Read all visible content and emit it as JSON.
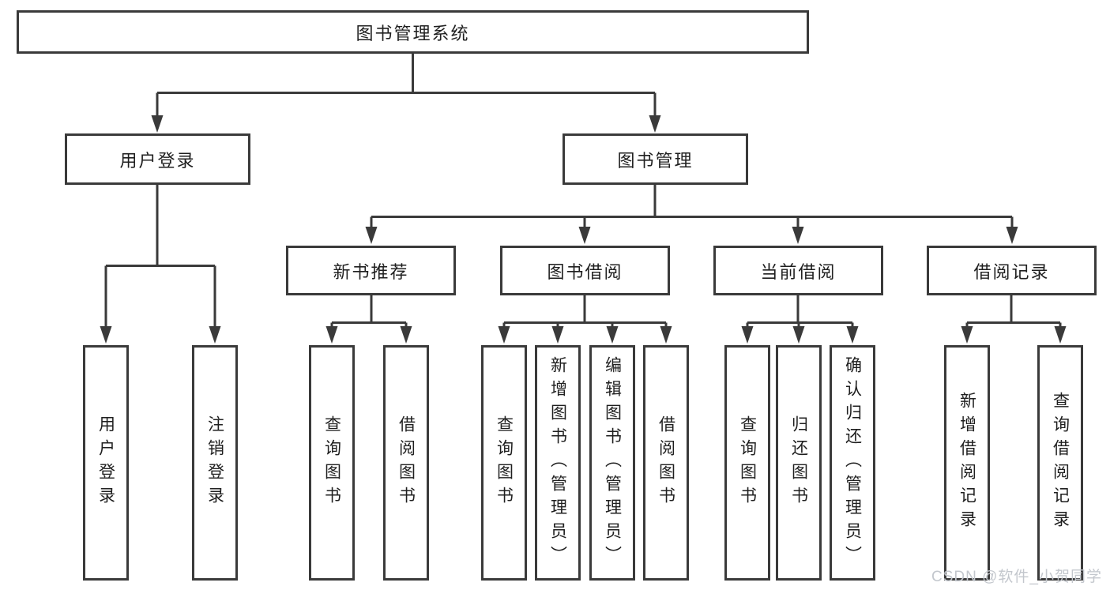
{
  "tree": {
    "label": "图书管理系统",
    "children": [
      {
        "label": "用户登录",
        "children": [
          {
            "label": "用户登录"
          },
          {
            "label": "注销登录"
          }
        ]
      },
      {
        "label": "图书管理",
        "children": [
          {
            "label": "新书推荐",
            "children": [
              {
                "label": "查询图书"
              },
              {
                "label": "借阅图书"
              }
            ]
          },
          {
            "label": "图书借阅",
            "children": [
              {
                "label": "查询图书"
              },
              {
                "label": "新增图书（管理员）"
              },
              {
                "label": "编辑图书（管理员）"
              },
              {
                "label": "借阅图书"
              }
            ]
          },
          {
            "label": "当前借阅",
            "children": [
              {
                "label": "查询图书"
              },
              {
                "label": "归还图书"
              },
              {
                "label": "确认归还（管理员）"
              }
            ]
          },
          {
            "label": "借阅记录",
            "children": [
              {
                "label": "新增借阅记录"
              },
              {
                "label": "查询借阅记录"
              }
            ]
          }
        ]
      }
    ]
  },
  "watermark": {
    "text": "CSDN @软件_小贺同学"
  },
  "colors": {
    "line": "#3a3a3a",
    "text": "#1f1f1f",
    "watermark": "#c3c7cd",
    "background": "#ffffff"
  }
}
